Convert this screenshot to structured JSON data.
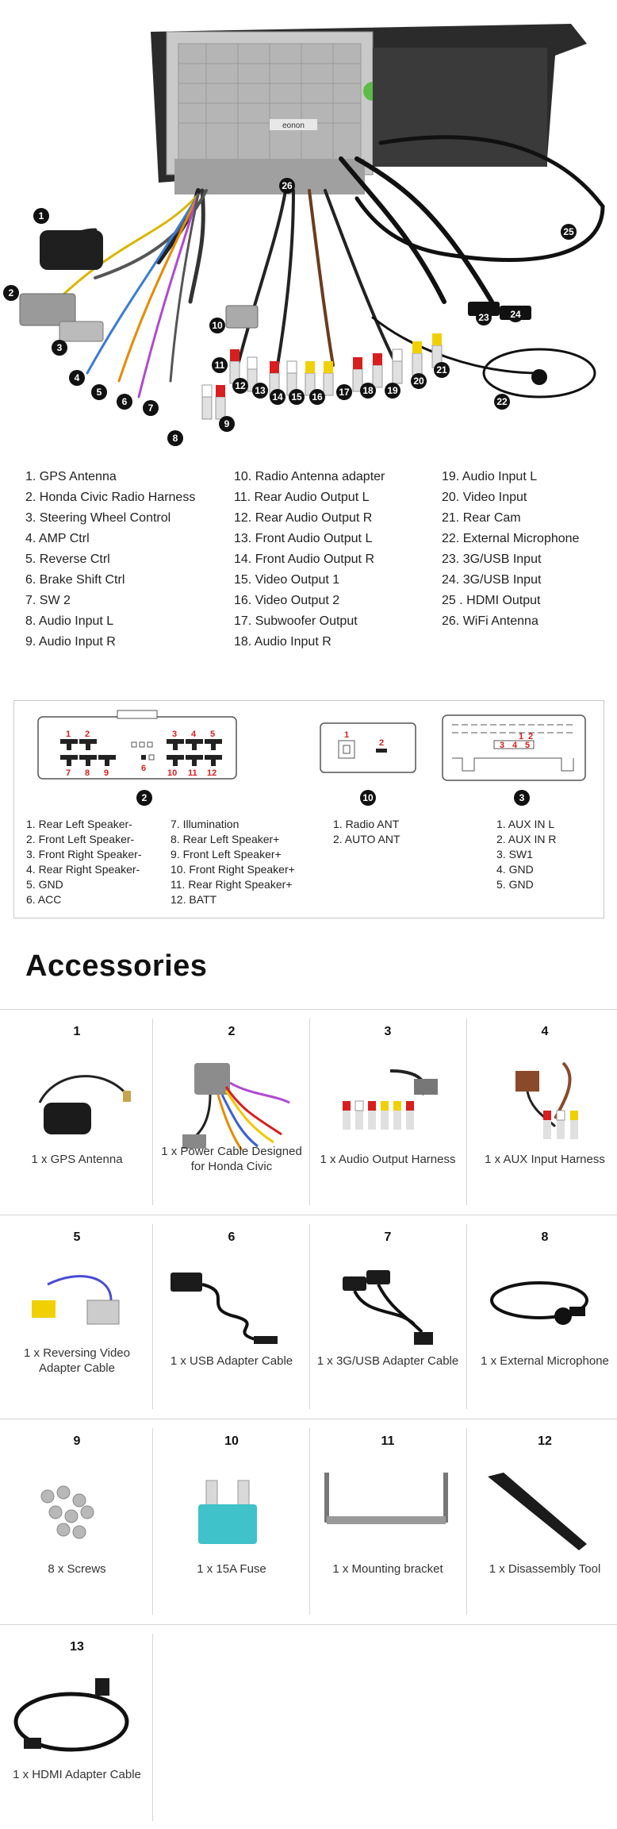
{
  "diagram": {
    "callouts": [
      "1",
      "2",
      "3",
      "4",
      "5",
      "6",
      "7",
      "8",
      "9",
      "10",
      "11",
      "12",
      "13",
      "14",
      "15",
      "16",
      "17",
      "18",
      "19",
      "20",
      "21",
      "22",
      "23",
      "24",
      "25",
      "26"
    ],
    "unit_brand": "eonon"
  },
  "legend": {
    "col1": [
      "1. GPS Antenna",
      "2. Honda Civic Radio Harness",
      "3. Steering Wheel Control",
      "4. AMP Ctrl",
      "5. Reverse Ctrl",
      "6. Brake Shift Ctrl",
      "7. SW 2",
      "8. Audio Input L",
      "9. Audio Input R"
    ],
    "col2": [
      "10. Radio Antenna adapter",
      "11. Rear Audio Output L",
      "12. Rear Audio Output R",
      "13. Front Audio Output L",
      "14. Front Audio Output R",
      "15. Video Output 1",
      "16. Video Output 2",
      "17. Subwoofer Output",
      "18. Audio Input R"
    ],
    "col3": [
      "19. Audio Input L",
      "20. Video Input",
      "21. Rear Cam",
      "22. External Microphone",
      "23. 3G/USB Input",
      "24. 3G/USB Input",
      "25 . HDMI Output",
      "26. WiFi Antenna"
    ]
  },
  "connectors": {
    "c2": {
      "number": "2",
      "pins_top": [
        "1",
        "2",
        "3",
        "4",
        "5"
      ],
      "pins_bottom": [
        "7",
        "8",
        "9",
        "6",
        "10",
        "11",
        "12"
      ],
      "list_a": [
        "1. Rear Left Speaker-",
        "2. Front Left Speaker-",
        "3. Front Right Speaker-",
        "4. Rear Right Speaker-",
        "5. GND",
        "6. ACC"
      ],
      "list_b": [
        "7. Illumination",
        "8. Rear Left Speaker+",
        "9. Front Left Speaker+",
        "10. Front Right Speaker+",
        "11. Rear Right Speaker+",
        "12. BATT"
      ]
    },
    "c10": {
      "number": "10",
      "pins": [
        "1",
        "2"
      ],
      "list": [
        "1.  Radio  ANT",
        "2. AUTO ANT"
      ]
    },
    "c3": {
      "number": "3",
      "pins_top": [
        "1",
        "2"
      ],
      "pins_bottom": [
        "3",
        "4",
        "5"
      ],
      "list": [
        "1. AUX IN L",
        "2. AUX IN R",
        "3. SW1",
        "4. GND",
        "5. GND"
      ]
    }
  },
  "accessories": {
    "title": "Accessories",
    "items": [
      {
        "num": "1",
        "label": "1 x GPS Antenna",
        "icon": "gps-antenna-icon"
      },
      {
        "num": "2",
        "label": "1 x Power Cable Designed for Honda Civic",
        "icon": "power-cable-icon"
      },
      {
        "num": "3",
        "label": "1 x Audio Output Harness",
        "icon": "audio-harness-icon"
      },
      {
        "num": "4",
        "label": "1 x AUX Input Harness",
        "icon": "aux-harness-icon"
      },
      {
        "num": "5",
        "label": "1 x Reversing Video Adapter Cable",
        "icon": "reverse-video-cable-icon"
      },
      {
        "num": "6",
        "label": "1 x USB Adapter Cable",
        "icon": "usb-cable-icon"
      },
      {
        "num": "7",
        "label": "1 x 3G/USB Adapter Cable",
        "icon": "3g-usb-cable-icon"
      },
      {
        "num": "8",
        "label": "1 x External Microphone",
        "icon": "microphone-icon"
      },
      {
        "num": "9",
        "label": "8 x Screws",
        "icon": "screws-icon"
      },
      {
        "num": "10",
        "label": "1 x 15A Fuse",
        "icon": "fuse-icon"
      },
      {
        "num": "11",
        "label": "1 x Mounting bracket",
        "icon": "bracket-icon"
      },
      {
        "num": "12",
        "label": "1 x Disassembly Tool",
        "icon": "pry-tool-icon"
      },
      {
        "num": "13",
        "label": "1 x HDMI Adapter Cable",
        "icon": "hdmi-cable-icon"
      }
    ]
  }
}
